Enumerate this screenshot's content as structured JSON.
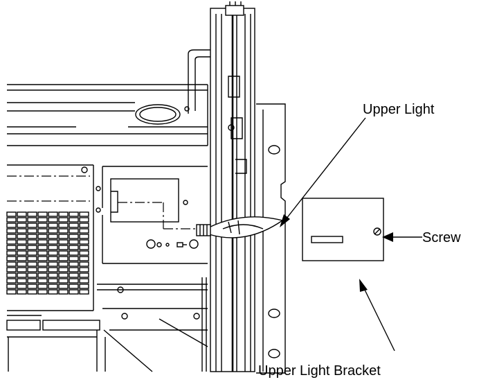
{
  "labels": {
    "upper_light": "Upper Light",
    "screw": "Screw",
    "upper_light_bracket": "Upper Light Bracket"
  },
  "colors": {
    "line": "#000000",
    "background": "#ffffff"
  }
}
